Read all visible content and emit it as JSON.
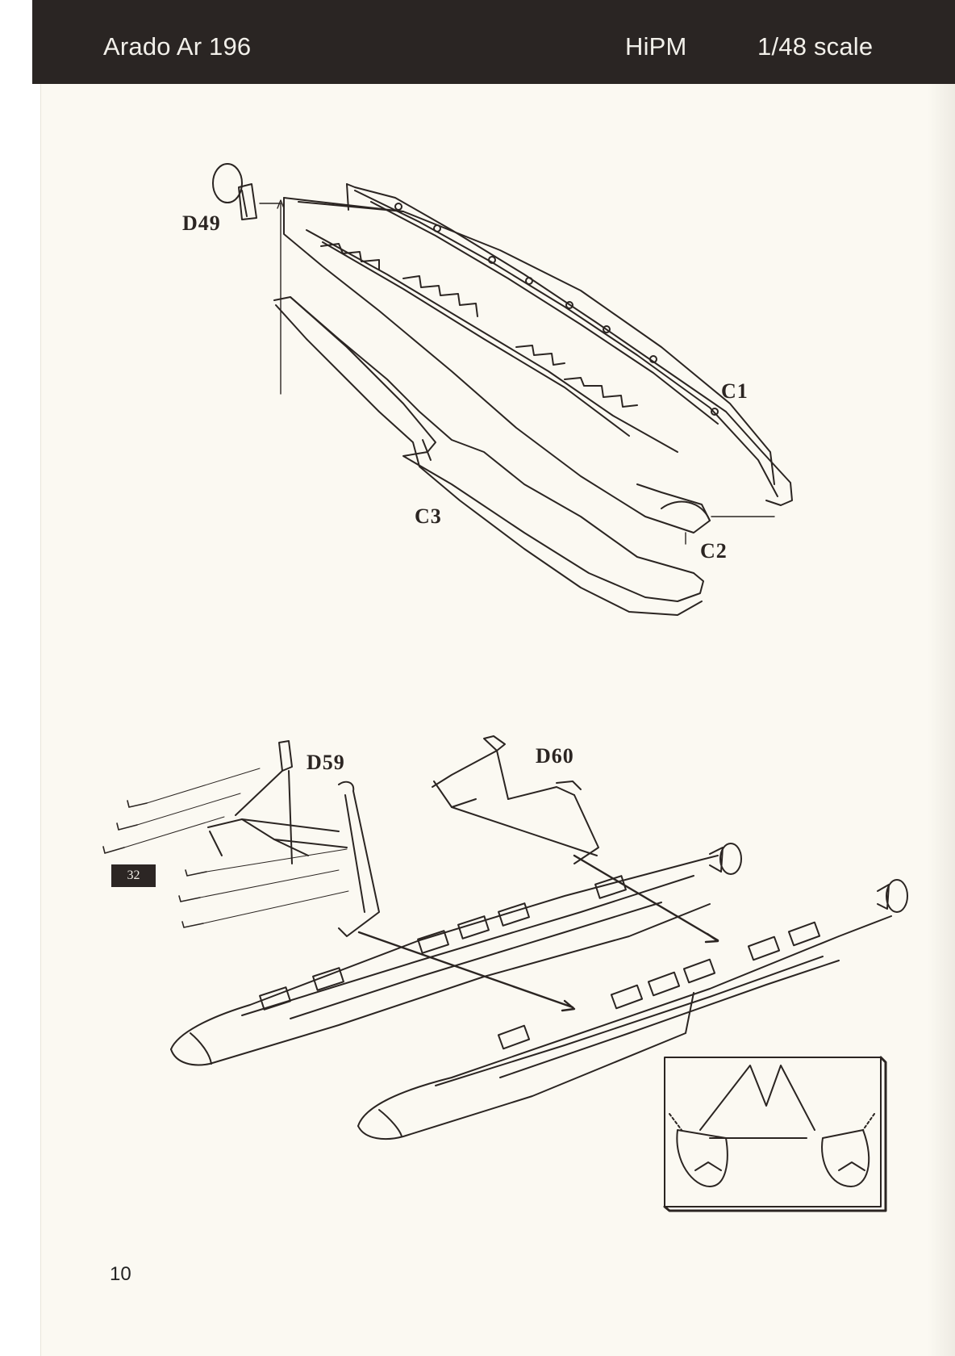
{
  "header": {
    "title": "Arado Ar 196",
    "brand": "HiPM",
    "scale": "1/48 scale"
  },
  "parts": {
    "d49": "D49",
    "c1": "C1",
    "c2": "C2",
    "c3": "C3",
    "d59": "D59",
    "d60": "D60"
  },
  "step_number": "32",
  "page_number": "10",
  "colors": {
    "header_bg": "#2a2523",
    "paper": "#fbf9f2",
    "ink": "#2b2522"
  }
}
